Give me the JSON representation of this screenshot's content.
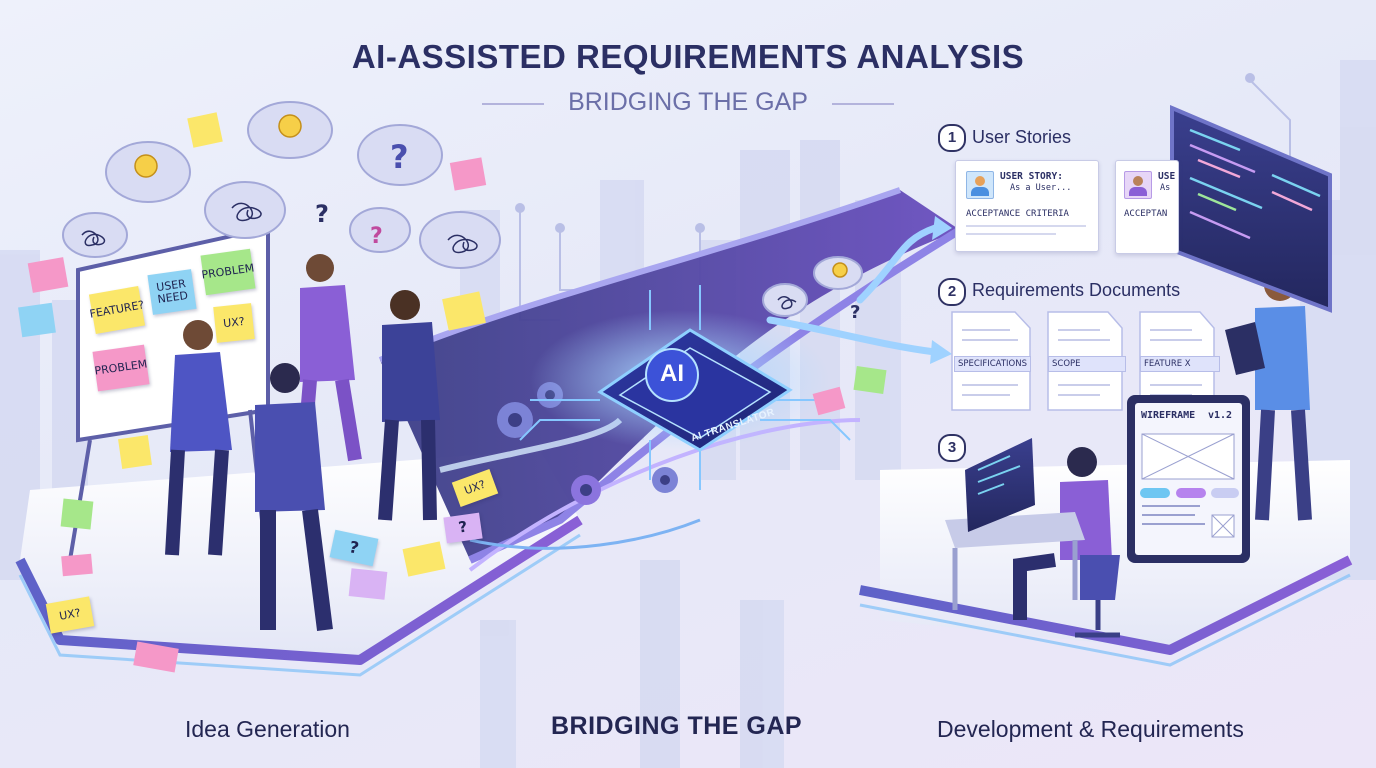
{
  "header": {
    "title": "AI-ASSISTED REQUIREMENTS ANALYSIS",
    "subtitle": "BRIDGING THE GAP"
  },
  "left_board": {
    "notes": [
      {
        "text": "FEATURE?",
        "color": "#fbe76a"
      },
      {
        "text": "USER NEED",
        "color": "#8fd3f4"
      },
      {
        "text": "PROBLEM",
        "color": "#a6e78a"
      },
      {
        "text": "UX?",
        "color": "#fbe76a"
      },
      {
        "text": "PROBLEM",
        "color": "#f598c8"
      }
    ]
  },
  "floor_notes": {
    "n1": "UX?",
    "n2": "UX?",
    "n3": "?",
    "n4": "?"
  },
  "ai": {
    "chip_label": "AI",
    "band_label": "AI TRANSLATOR"
  },
  "steps": [
    {
      "number": "1",
      "label": "User Stories"
    },
    {
      "number": "2",
      "label": "Requirements Documents"
    },
    {
      "number": "3",
      "label": ""
    }
  ],
  "story_cards": [
    {
      "heading": "USER STORY:",
      "subtext": "As a User...",
      "criteria": "ACCEPTANCE CRITERIA"
    },
    {
      "heading": "USE",
      "subtext": "As",
      "criteria": "ACCEPTAN"
    }
  ],
  "documents": [
    {
      "label": "SPECIFICATIONS"
    },
    {
      "label": "SCOPE"
    },
    {
      "label": "FEATURE X"
    }
  ],
  "wireframe": {
    "title": "WIREFRAME",
    "version": "v1.2"
  },
  "footer": {
    "left": "Idea Generation",
    "center": "BRIDGING THE GAP",
    "right": "Development & Requirements"
  },
  "colors": {
    "accent_purple": "#7a5fd0",
    "accent_blue": "#5aa8f0",
    "navy": "#2b2f64"
  }
}
